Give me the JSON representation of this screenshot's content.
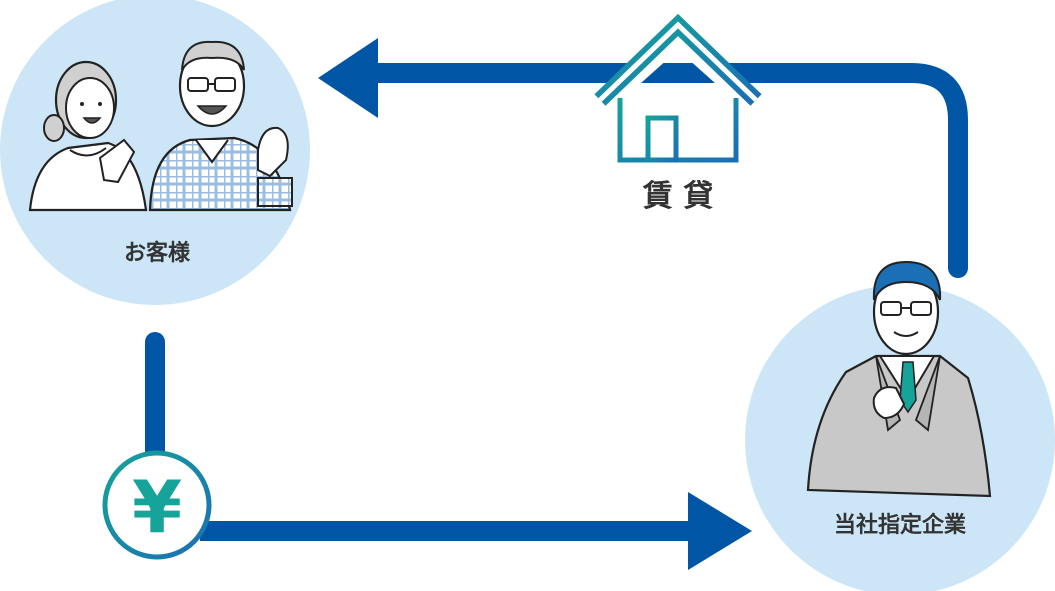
{
  "nodes": {
    "customer": {
      "label": "お客様"
    },
    "company": {
      "label": "当社指定企業"
    }
  },
  "flows": {
    "rental": {
      "label": "賃 貸"
    },
    "payment": {
      "symbol": "¥"
    }
  },
  "colors": {
    "arrow": "#0055a5",
    "circle_fill": "#cce6f7",
    "icon_teal_start": "#15a39a",
    "icon_teal_end": "#1b6fb5",
    "label_text": "#333333"
  },
  "icons": {
    "house": "house-icon",
    "yen": "yen-icon",
    "customers": "elderly-couple-illustration",
    "businessman": "businessman-illustration"
  }
}
